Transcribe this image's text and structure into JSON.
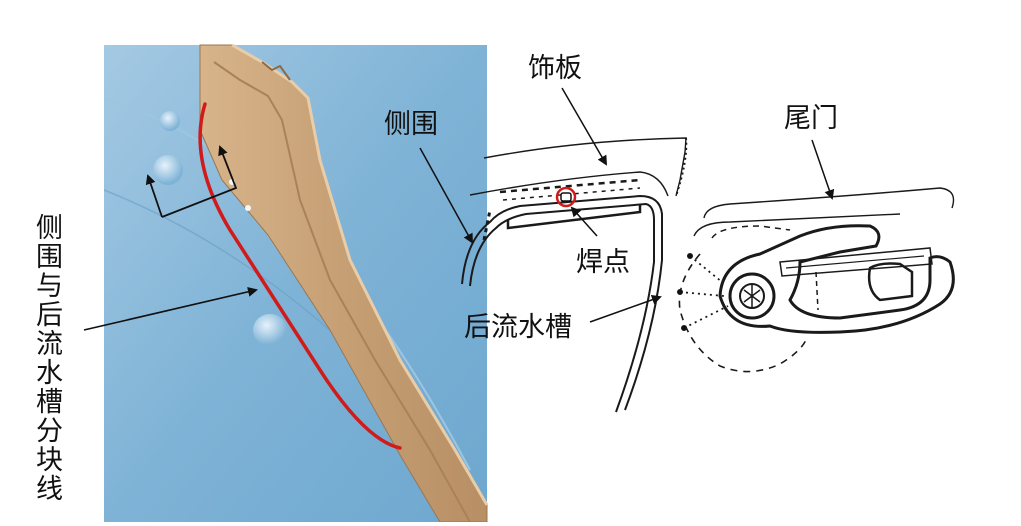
{
  "labels": {
    "left_vertical": "侧围与后流水槽分块线",
    "trim_panel": "饰板",
    "side_panel": "侧围",
    "tailgate": "尾门",
    "weld_point": "焊点",
    "rear_gutter": "后流水槽"
  },
  "colors": {
    "body_blue": "#7fb3d6",
    "pillar_tan": "#c69f74",
    "split_line_red": "#d11b1b",
    "line_art": "#1a1a1a"
  }
}
